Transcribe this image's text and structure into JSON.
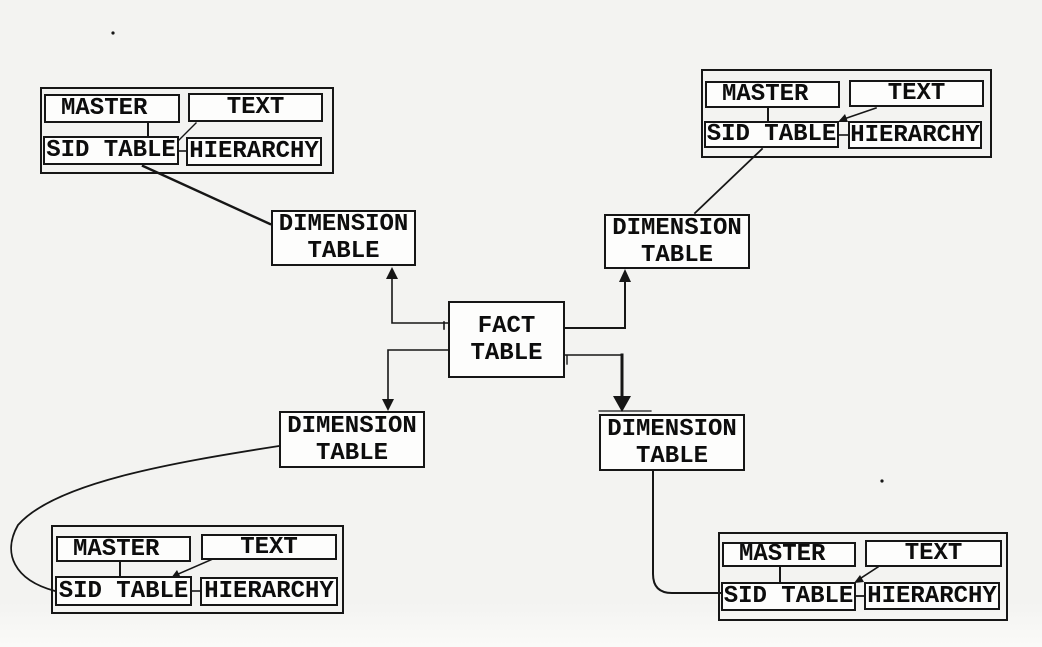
{
  "diagram_type": "extended-star-schema",
  "colors": {
    "background": "#f3f3f1",
    "line": "#161616",
    "box_fill": "#fdfdfc",
    "text": "#0d0d0d"
  },
  "fact_table": {
    "line1": "FACT",
    "line2": "TABLE"
  },
  "dimension_tables": [
    {
      "position": "top-left",
      "line1": "DIMENSION",
      "line2": "TABLE"
    },
    {
      "position": "top-right",
      "line1": "DIMENSION",
      "line2": "TABLE"
    },
    {
      "position": "bottom-left",
      "line1": "DIMENSION",
      "line2": "TABLE"
    },
    {
      "position": "bottom-right",
      "line1": "DIMENSION",
      "line2": "TABLE"
    }
  ],
  "attribute_groups": [
    {
      "position": "top-left",
      "master": "MASTER",
      "text": "TEXT",
      "sid_table": "SID TABLE",
      "hierarchy": "HIERARCHY"
    },
    {
      "position": "top-right",
      "master": "MASTER",
      "text": "TEXT",
      "sid_table": "SID TABLE",
      "hierarchy": "HIERARCHY"
    },
    {
      "position": "bottom-left",
      "master": "MASTER",
      "text": "TEXT",
      "sid_table": "SID TABLE",
      "hierarchy": "HIERARCHY"
    },
    {
      "position": "bottom-right",
      "master": "MASTER",
      "text": "TEXT",
      "sid_table": "SID TABLE",
      "hierarchy": "HIERARCHY"
    }
  ]
}
